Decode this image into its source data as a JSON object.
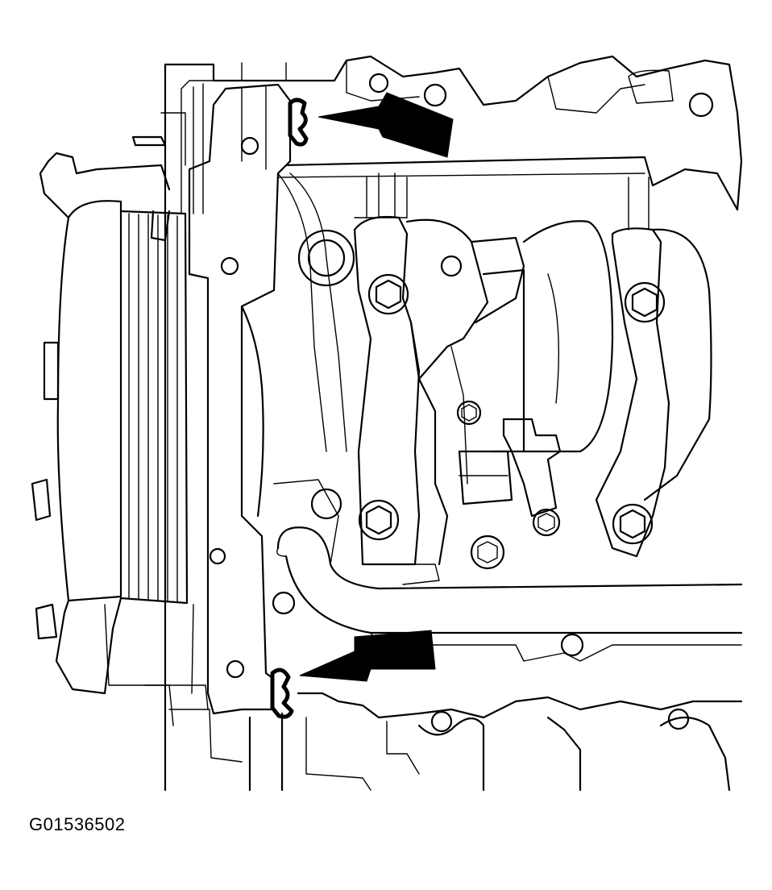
{
  "figure": {
    "id_label": "G01536502"
  },
  "colors": {
    "line": "#000000",
    "background": "#ffffff"
  },
  "callouts": [
    {
      "name": "upper-seal-arrow",
      "points_to": "upper-seal"
    },
    {
      "name": "lower-seal-arrow",
      "points_to": "lower-seal"
    }
  ]
}
